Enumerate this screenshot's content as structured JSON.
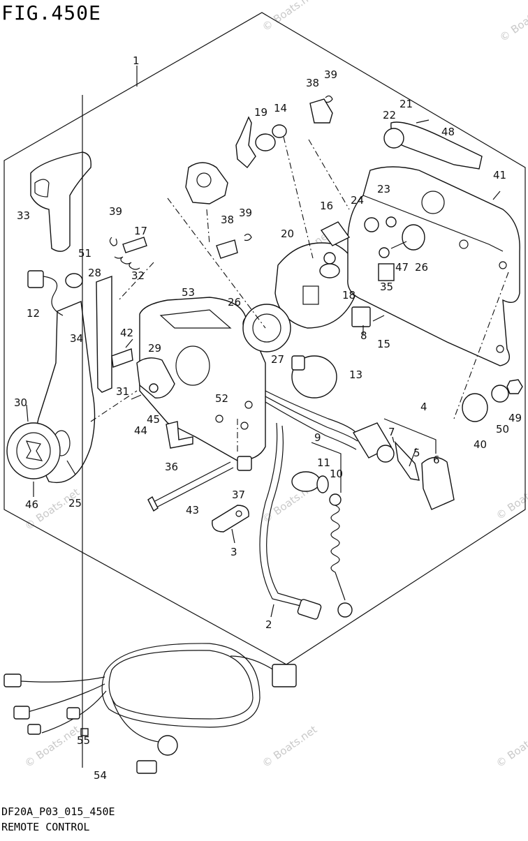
{
  "figure": {
    "title": "FIG.450E",
    "code": "DF20A_P03_015_450E",
    "name": "REMOTE CONTROL",
    "watermark": "© Boats.net"
  },
  "callouts": [
    "1",
    "2",
    "3",
    "4",
    "5",
    "6",
    "7",
    "8",
    "9",
    "10",
    "11",
    "12",
    "13",
    "14",
    "15",
    "16",
    "17",
    "18",
    "19",
    "20",
    "21",
    "22",
    "23",
    "24",
    "25",
    "26",
    "26",
    "27",
    "28",
    "29",
    "30",
    "31",
    "32",
    "33",
    "34",
    "35",
    "36",
    "37",
    "38",
    "38",
    "39",
    "39",
    "39",
    "40",
    "41",
    "42",
    "43",
    "44",
    "45",
    "46",
    "47",
    "48",
    "49",
    "50",
    "51",
    "52",
    "53",
    "54",
    "55"
  ]
}
